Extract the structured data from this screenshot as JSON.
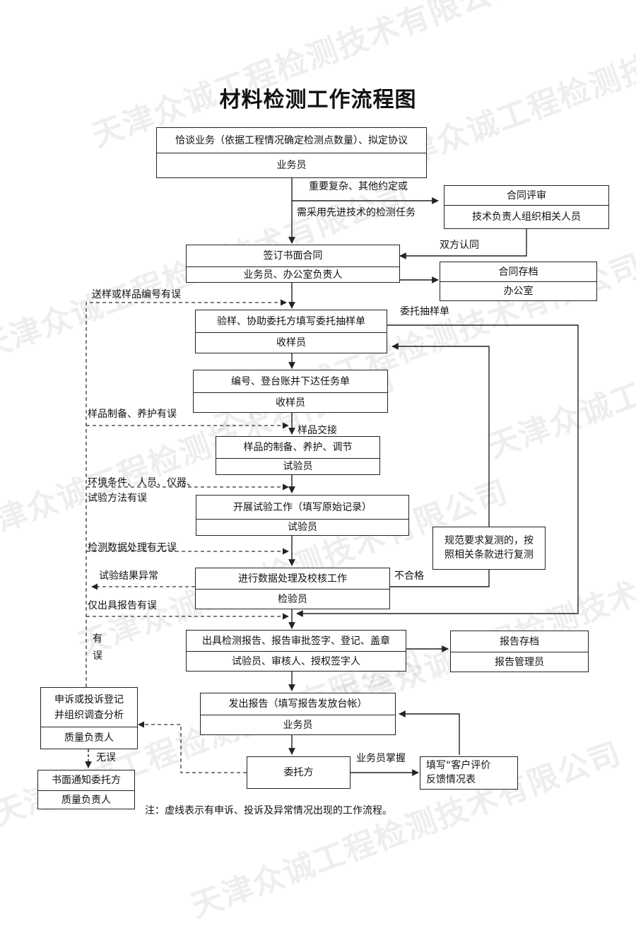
{
  "watermark": "天津众诚工程检测技术有限公司",
  "title": "材料检测工作流程图",
  "boxes": {
    "b1": {
      "top": "恰谈业务（依据工程情况确定检测点数量）、拟定协议",
      "bottom": "业务员"
    },
    "contract_review": {
      "top": "合同评审",
      "bottom": "技术负责人组织相关人员"
    },
    "sign_contract": {
      "top": "签订书面合同",
      "bottom": "业务员、办公室负责人"
    },
    "contract_archive": {
      "top": "合同存档",
      "bottom": "办公室"
    },
    "inspect_sample": {
      "top": "验样、协助委托方填写委托抽样单",
      "bottom": "收样员"
    },
    "numbering": {
      "top": "编号、登台账并下达任务单",
      "bottom": "收样员"
    },
    "sample_prep": {
      "top": "样品的制备、养护、调节",
      "bottom": "试验员"
    },
    "testing": {
      "top": "开展试验工作（填写原始记录）",
      "bottom": "试验员"
    },
    "data_processing": {
      "top": "进行数据处理及校核工作",
      "bottom": "检验员"
    },
    "report": {
      "top": "出具检测报告、报告审批签字、登记、盖章",
      "bottom": "试验员、审核人、授权签字人"
    },
    "report_archive": {
      "top": "报告存档",
      "bottom": "报告管理员"
    },
    "issue_report": {
      "top": "发出报告（填写报告发放台帐）",
      "bottom": "业务员"
    },
    "complaint": {
      "line1": "申诉或投诉登记",
      "line2": "并组织调查分析",
      "bottom": "质量负责人"
    },
    "notify": {
      "top": "书面通知委托方",
      "bottom": "质量负责人"
    },
    "client": {
      "label": "委托方"
    },
    "feedback": {
      "line1": "填写“客户评价",
      "line2": "反馈情况表"
    },
    "retest": {
      "line1": "规范要求复测的，按",
      "line2": "照相关条款进行复测"
    }
  },
  "labels": {
    "complex1": "重要复杂、其他约定或",
    "complex2": "需采用先进技术的检测任务",
    "both_agree": "双方认同",
    "sample_number_error": "送样或样品编号有误",
    "entrust_sheet": "委托抽样单",
    "prep_error": "样品制备、养护有误",
    "handover": "样品交接",
    "env1": "环境条件、人员、仪器、",
    "env2": "试验方法有误",
    "data_error": "检测数据处理有无误",
    "result_abnormal": "试验结果异常",
    "unqualified": "不合格",
    "report_error": "仅出具报告有误",
    "you": "有",
    "wu": "误",
    "no_error": "无误",
    "sales_grasp": "业务员掌握"
  },
  "note": "注：虚线表示有申诉、投诉及异常情况出现的工作流程。",
  "colors": {
    "line": "#222222",
    "watermark": "#969696"
  }
}
